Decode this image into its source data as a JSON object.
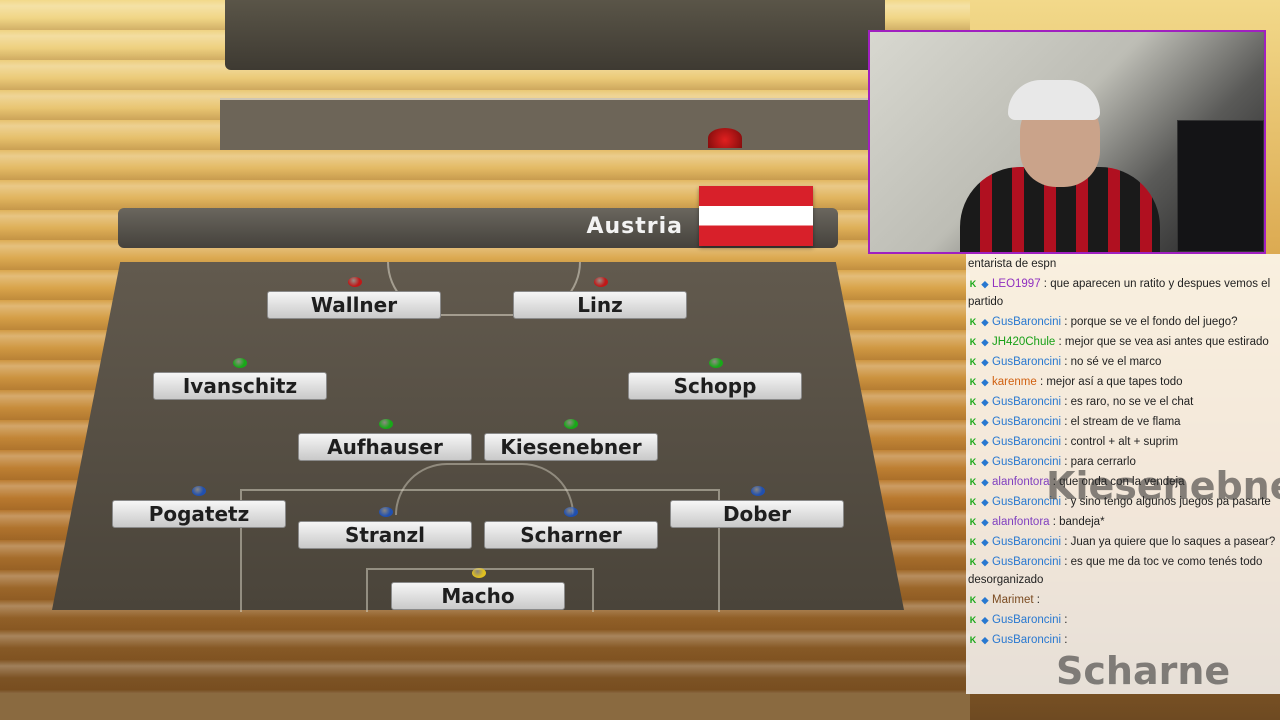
{
  "team": {
    "name": "Austria"
  },
  "colors": {
    "forward_dot": "#c01818",
    "midfielder_dot": "#18a818",
    "defender_dot": "#2050b0",
    "goalkeeper_dot": "#e0c020"
  },
  "players": [
    {
      "name": "Wallner",
      "role": "forward"
    },
    {
      "name": "Linz",
      "role": "forward"
    },
    {
      "name": "Ivanschitz",
      "role": "midfielder"
    },
    {
      "name": "Schopp",
      "role": "midfielder"
    },
    {
      "name": "Aufhauser",
      "role": "midfielder"
    },
    {
      "name": "Kiesenebner",
      "role": "midfielder"
    },
    {
      "name": "Pogatetz",
      "role": "defender"
    },
    {
      "name": "Stranzl",
      "role": "defender"
    },
    {
      "name": "Scharner",
      "role": "defender"
    },
    {
      "name": "Dober",
      "role": "defender"
    },
    {
      "name": "Macho",
      "role": "goalkeeper"
    }
  ],
  "chat": {
    "messages": [
      {
        "user": "",
        "text": "entarista de espn"
      },
      {
        "user": "LEO1997",
        "user_color": "#9030c0",
        "text": "que aparecen un ratito y despues vemos el partido"
      },
      {
        "user": "GusBaroncini",
        "user_color": "#2878d0",
        "text": "porque se ve el fondo del juego?"
      },
      {
        "user": "JH420Chule",
        "user_color": "#18a018",
        "text": "mejor que se vea asi antes que estirado"
      },
      {
        "user": "GusBaroncini",
        "user_color": "#2878d0",
        "text": "no sé ve el marco"
      },
      {
        "user": "karenme",
        "user_color": "#d06010",
        "text": "mejor así a que tapes todo"
      },
      {
        "user": "GusBaroncini",
        "user_color": "#2878d0",
        "text": "es raro, no se ve el chat"
      },
      {
        "user": "GusBaroncini",
        "user_color": "#2878d0",
        "text": "el stream de ve flama"
      },
      {
        "user": "GusBaroncini",
        "user_color": "#2878d0",
        "text": "control + alt + suprim"
      },
      {
        "user": "GusBaroncini",
        "user_color": "#2878d0",
        "text": "para cerrarlo"
      },
      {
        "user": "alanfontora",
        "user_color": "#8040c0",
        "text": "que onda con la vendeja"
      },
      {
        "user": "GusBaroncini",
        "user_color": "#2878d0",
        "text": "y sino tengo algunos juegos pa pasarte"
      },
      {
        "user": "alanfontora",
        "user_color": "#8040c0",
        "text": "bandeja*"
      },
      {
        "user": "GusBaroncini",
        "user_color": "#2878d0",
        "text": "Juan ya quiere que lo saques a pasear?"
      },
      {
        "user": "GusBaroncini",
        "user_color": "#2878d0",
        "text": "es que me da toc ve como tenés todo desorganizado"
      },
      {
        "user": "Marimet",
        "user_color": "#7a4a20",
        "text": ""
      },
      {
        "user": "GusBaroncini",
        "user_color": "#2878d0",
        "text": ""
      },
      {
        "user": "GusBaroncini",
        "user_color": "#2878d0",
        "text": ""
      }
    ],
    "separator": " : "
  },
  "overlay": {
    "echo_1": "Kiesenebne",
    "echo_2": "Scharne"
  }
}
